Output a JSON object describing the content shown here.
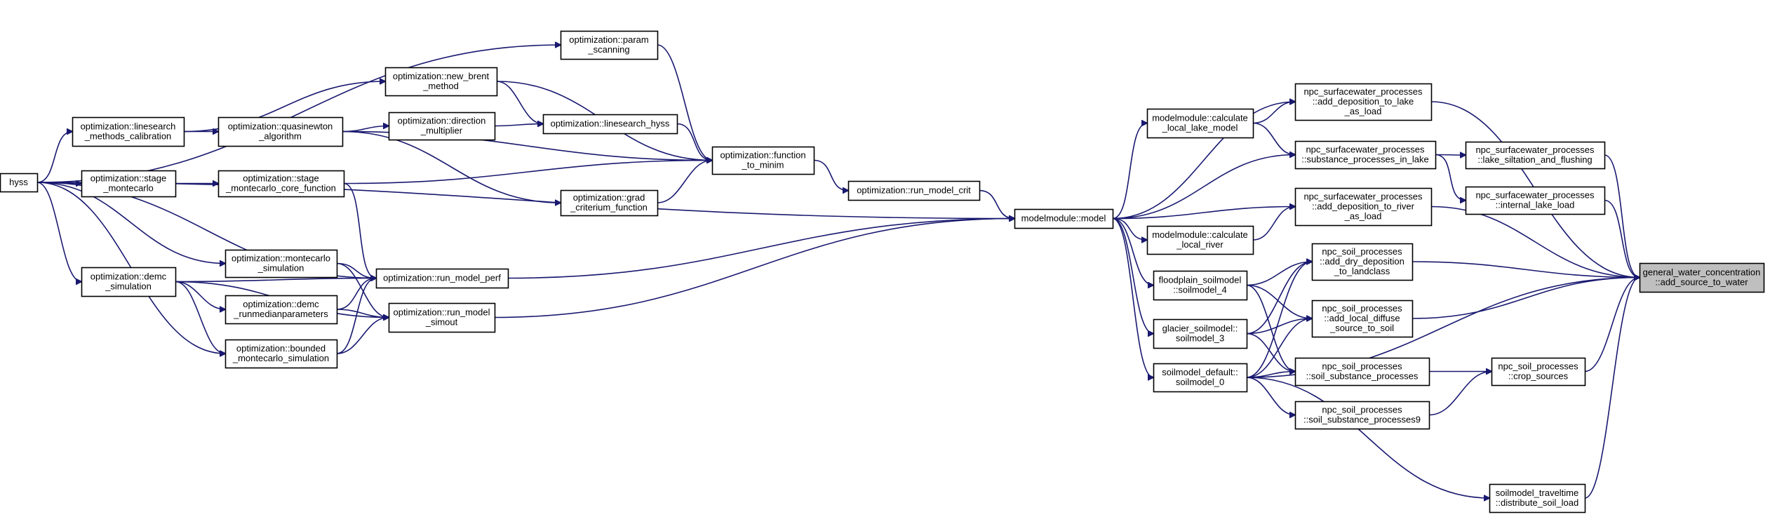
{
  "colors": {
    "edge": "#191970",
    "node_border": "#000000",
    "node_fill": "#ffffff",
    "root_fill": "#bfbfbf",
    "background": "#ffffff"
  },
  "nodes": [
    {
      "id": "hyss",
      "lines": [
        "hyss"
      ]
    },
    {
      "id": "ls_cal",
      "lines": [
        "optimization::linesearch",
        "_methods_calibration"
      ]
    },
    {
      "id": "stage_mc",
      "lines": [
        "optimization::stage",
        "_montecarlo"
      ]
    },
    {
      "id": "demc_sim",
      "lines": [
        "optimization::demc",
        "_simulation"
      ]
    },
    {
      "id": "param_scan",
      "lines": [
        "optimization::param",
        "_scanning"
      ]
    },
    {
      "id": "new_brent",
      "lines": [
        "optimization::new_brent",
        "_method"
      ]
    },
    {
      "id": "quasinewton",
      "lines": [
        "optimization::quasinewton",
        "_algorithm"
      ]
    },
    {
      "id": "direction",
      "lines": [
        "optimization::direction",
        "_multiplier"
      ]
    },
    {
      "id": "ls_hyss",
      "lines": [
        "optimization::linesearch_hyss"
      ]
    },
    {
      "id": "stage_core",
      "lines": [
        "optimization::stage",
        "_montecarlo_core_function"
      ]
    },
    {
      "id": "grad",
      "lines": [
        "optimization::grad",
        "_criterium_function"
      ]
    },
    {
      "id": "fn_minim",
      "lines": [
        "optimization::function",
        "_to_minim"
      ]
    },
    {
      "id": "mc_sim",
      "lines": [
        "optimization::montecarlo",
        "_simulation"
      ]
    },
    {
      "id": "demc_runmed",
      "lines": [
        "optimization::demc",
        "_runmedianparameters"
      ]
    },
    {
      "id": "bounded_mc",
      "lines": [
        "optimization::bounded",
        "_montecarlo_simulation"
      ]
    },
    {
      "id": "run_perf",
      "lines": [
        "optimization::run_model_perf"
      ]
    },
    {
      "id": "run_simout",
      "lines": [
        "optimization::run_model",
        "_simout"
      ]
    },
    {
      "id": "run_crit",
      "lines": [
        "optimization::run_model_crit"
      ]
    },
    {
      "id": "model",
      "lines": [
        "modelmodule::model"
      ]
    },
    {
      "id": "calc_lake",
      "lines": [
        "modelmodule::calculate",
        "_local_lake_model"
      ]
    },
    {
      "id": "calc_river",
      "lines": [
        "modelmodule::calculate",
        "_local_river"
      ]
    },
    {
      "id": "fp_soil4",
      "lines": [
        "floodplain_soilmodel",
        "::soilmodel_4"
      ]
    },
    {
      "id": "gl_soil3",
      "lines": [
        "glacier_soilmodel::",
        "soilmodel_3"
      ]
    },
    {
      "id": "def_soil0",
      "lines": [
        "soilmodel_default::",
        "soilmodel_0"
      ]
    },
    {
      "id": "dep_lake",
      "lines": [
        "npc_surfacewater_processes",
        "::add_deposition_to_lake",
        "_as_load"
      ]
    },
    {
      "id": "sub_lake",
      "lines": [
        "npc_surfacewater_processes",
        "::substance_processes_in_lake"
      ]
    },
    {
      "id": "dep_river",
      "lines": [
        "npc_surfacewater_processes",
        "::add_deposition_to_river",
        "_as_load"
      ]
    },
    {
      "id": "dry_dep",
      "lines": [
        "npc_soil_processes",
        "::add_dry_deposition",
        "_to_landclass"
      ]
    },
    {
      "id": "local_diffuse",
      "lines": [
        "npc_soil_processes",
        "::add_local_diffuse",
        "_source_to_soil"
      ]
    },
    {
      "id": "soil_sub",
      "lines": [
        "npc_soil_processes",
        "::soil_substance_processes"
      ]
    },
    {
      "id": "soil_sub9",
      "lines": [
        "npc_soil_processes",
        "::soil_substance_processes9"
      ]
    },
    {
      "id": "lake_silt",
      "lines": [
        "npc_surfacewater_processes",
        "::lake_siltation_and_flushing"
      ]
    },
    {
      "id": "int_lake",
      "lines": [
        "npc_surfacewater_processes",
        "::internal_lake_load"
      ]
    },
    {
      "id": "crop",
      "lines": [
        "npc_soil_processes",
        "::crop_sources"
      ]
    },
    {
      "id": "distribute",
      "lines": [
        "soilmodel_traveltime",
        "::distribute_soil_load"
      ]
    },
    {
      "id": "root",
      "lines": [
        "general_water_concentration",
        "::add_source_to_water"
      ],
      "root": true
    }
  ],
  "edges": [
    [
      "hyss",
      "ls_cal"
    ],
    [
      "hyss",
      "stage_mc"
    ],
    [
      "hyss",
      "demc_sim"
    ],
    [
      "hyss",
      "param_scan"
    ],
    [
      "hyss",
      "model"
    ],
    [
      "hyss",
      "mc_sim"
    ],
    [
      "hyss",
      "bounded_mc"
    ],
    [
      "hyss",
      "run_perf"
    ],
    [
      "ls_cal",
      "quasinewton"
    ],
    [
      "ls_cal",
      "new_brent"
    ],
    [
      "stage_mc",
      "stage_core"
    ],
    [
      "demc_sim",
      "demc_runmed"
    ],
    [
      "demc_sim",
      "run_perf"
    ],
    [
      "demc_sim",
      "bounded_mc"
    ],
    [
      "demc_sim",
      "run_simout"
    ],
    [
      "quasinewton",
      "direction"
    ],
    [
      "quasinewton",
      "fn_minim"
    ],
    [
      "quasinewton",
      "grad"
    ],
    [
      "direction",
      "ls_hyss"
    ],
    [
      "new_brent",
      "ls_hyss"
    ],
    [
      "new_brent",
      "fn_minim"
    ],
    [
      "ls_hyss",
      "fn_minim"
    ],
    [
      "param_scan",
      "fn_minim"
    ],
    [
      "grad",
      "fn_minim"
    ],
    [
      "stage_core",
      "run_perf"
    ],
    [
      "stage_core",
      "fn_minim"
    ],
    [
      "mc_sim",
      "run_perf"
    ],
    [
      "mc_sim",
      "run_simout"
    ],
    [
      "demc_runmed",
      "run_perf"
    ],
    [
      "demc_runmed",
      "run_simout"
    ],
    [
      "bounded_mc",
      "run_perf"
    ],
    [
      "bounded_mc",
      "run_simout"
    ],
    [
      "fn_minim",
      "run_crit"
    ],
    [
      "run_crit",
      "model"
    ],
    [
      "run_perf",
      "model"
    ],
    [
      "run_simout",
      "model"
    ],
    [
      "model",
      "calc_lake"
    ],
    [
      "model",
      "calc_river"
    ],
    [
      "model",
      "fp_soil4"
    ],
    [
      "model",
      "gl_soil3"
    ],
    [
      "model",
      "def_soil0"
    ],
    [
      "model",
      "dep_lake"
    ],
    [
      "model",
      "sub_lake"
    ],
    [
      "model",
      "dep_river"
    ],
    [
      "calc_lake",
      "dep_lake"
    ],
    [
      "calc_lake",
      "sub_lake"
    ],
    [
      "calc_river",
      "dep_river"
    ],
    [
      "fp_soil4",
      "dry_dep"
    ],
    [
      "fp_soil4",
      "local_diffuse"
    ],
    [
      "fp_soil4",
      "soil_sub"
    ],
    [
      "gl_soil3",
      "dry_dep"
    ],
    [
      "gl_soil3",
      "local_diffuse"
    ],
    [
      "gl_soil3",
      "soil_sub"
    ],
    [
      "def_soil0",
      "dry_dep"
    ],
    [
      "def_soil0",
      "local_diffuse"
    ],
    [
      "def_soil0",
      "soil_sub"
    ],
    [
      "def_soil0",
      "soil_sub9"
    ],
    [
      "def_soil0",
      "root"
    ],
    [
      "def_soil0",
      "distribute"
    ],
    [
      "sub_lake",
      "lake_silt"
    ],
    [
      "sub_lake",
      "int_lake"
    ],
    [
      "soil_sub",
      "crop"
    ],
    [
      "soil_sub9",
      "crop"
    ],
    [
      "dep_lake",
      "root"
    ],
    [
      "dep_river",
      "root"
    ],
    [
      "dry_dep",
      "root"
    ],
    [
      "local_diffuse",
      "root"
    ],
    [
      "lake_silt",
      "root"
    ],
    [
      "int_lake",
      "root"
    ],
    [
      "crop",
      "root"
    ],
    [
      "distribute",
      "root"
    ]
  ]
}
